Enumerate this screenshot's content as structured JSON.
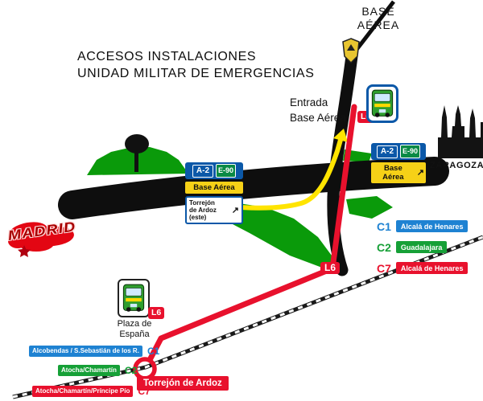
{
  "colors": {
    "bus_route_red": "#e8112d",
    "car_route_yellow": "#ffe400",
    "road_black": "#0e0e0e",
    "terrain_green": "#0a9a0a",
    "sign_blue": "#0b58a8",
    "sign_yellow": "#f6d117",
    "c1_blue": "#1e82d2",
    "c2_green": "#16a037",
    "c7_red": "#e8112d",
    "madrid_red": "#e30613"
  },
  "title": {
    "line1": "ACCESOS INSTALACIONES",
    "line2": "UNIDAD MILITAR DE EMERGENCIAS"
  },
  "base": {
    "line1": "BASE",
    "line2": "AÉREA"
  },
  "entrance": {
    "line1": "Entrada",
    "line2": "Base Aérea",
    "badge": "L6"
  },
  "cities": {
    "madrid": "MADRID",
    "zaragoza": "ZARAGOZA"
  },
  "signs": {
    "left": {
      "road": "A-2",
      "euro": "E-90",
      "base": "Base Aérea",
      "exit_line1": "Torrejón",
      "exit_line2": "de Ardoz (este)",
      "arrow": "↗"
    },
    "right": {
      "road": "A-2",
      "euro": "E-90",
      "base": "Base Aérea",
      "arrow": "↗"
    }
  },
  "bus": {
    "stop_line1": "Plaza de",
    "stop_line2": "España",
    "stop_badge": "L6",
    "junction_badge": "L6"
  },
  "legend_right": [
    {
      "code": "C1",
      "label": "Alcalá de Henares"
    },
    {
      "code": "C2",
      "label": "Guadalajara"
    },
    {
      "code": "C7",
      "label": "Alcalá de Henares"
    }
  ],
  "legend_bottom": [
    {
      "code": "C1",
      "label": "Alcobendas / S.Sebastián de los R."
    },
    {
      "code": "C2",
      "label": "Atocha/Chamartín"
    },
    {
      "code": "C7",
      "label": "Atocha/Chamartín/Príncipe Pío"
    }
  ],
  "station": {
    "label": "Torrejón de Ardoz"
  }
}
